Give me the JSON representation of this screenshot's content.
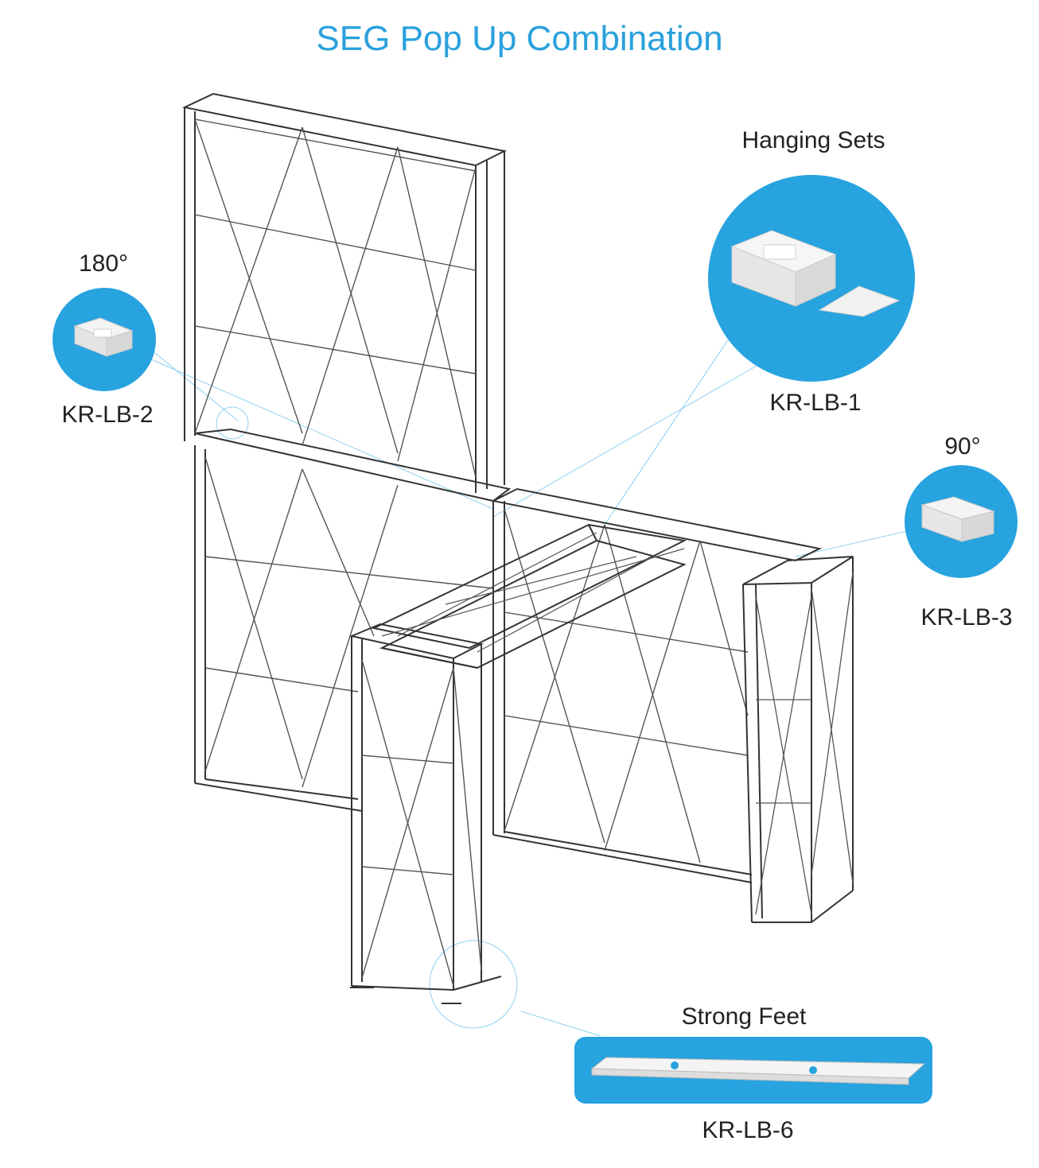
{
  "title": "SEG Pop Up Combination",
  "callouts": {
    "kr_lb_2": {
      "heading": "180°",
      "code": "KR-LB-2"
    },
    "kr_lb_1": {
      "heading": "Hanging Sets",
      "code": "KR-LB-1"
    },
    "kr_lb_3": {
      "heading": "90°",
      "code": "KR-LB-3"
    },
    "kr_lb_6": {
      "heading": "Strong Feet",
      "code": "KR-LB-6"
    }
  },
  "colors": {
    "accent": "#27a3df",
    "title": "#2aa1dd",
    "leader": "#8fd0ef",
    "frame": "#333333"
  }
}
